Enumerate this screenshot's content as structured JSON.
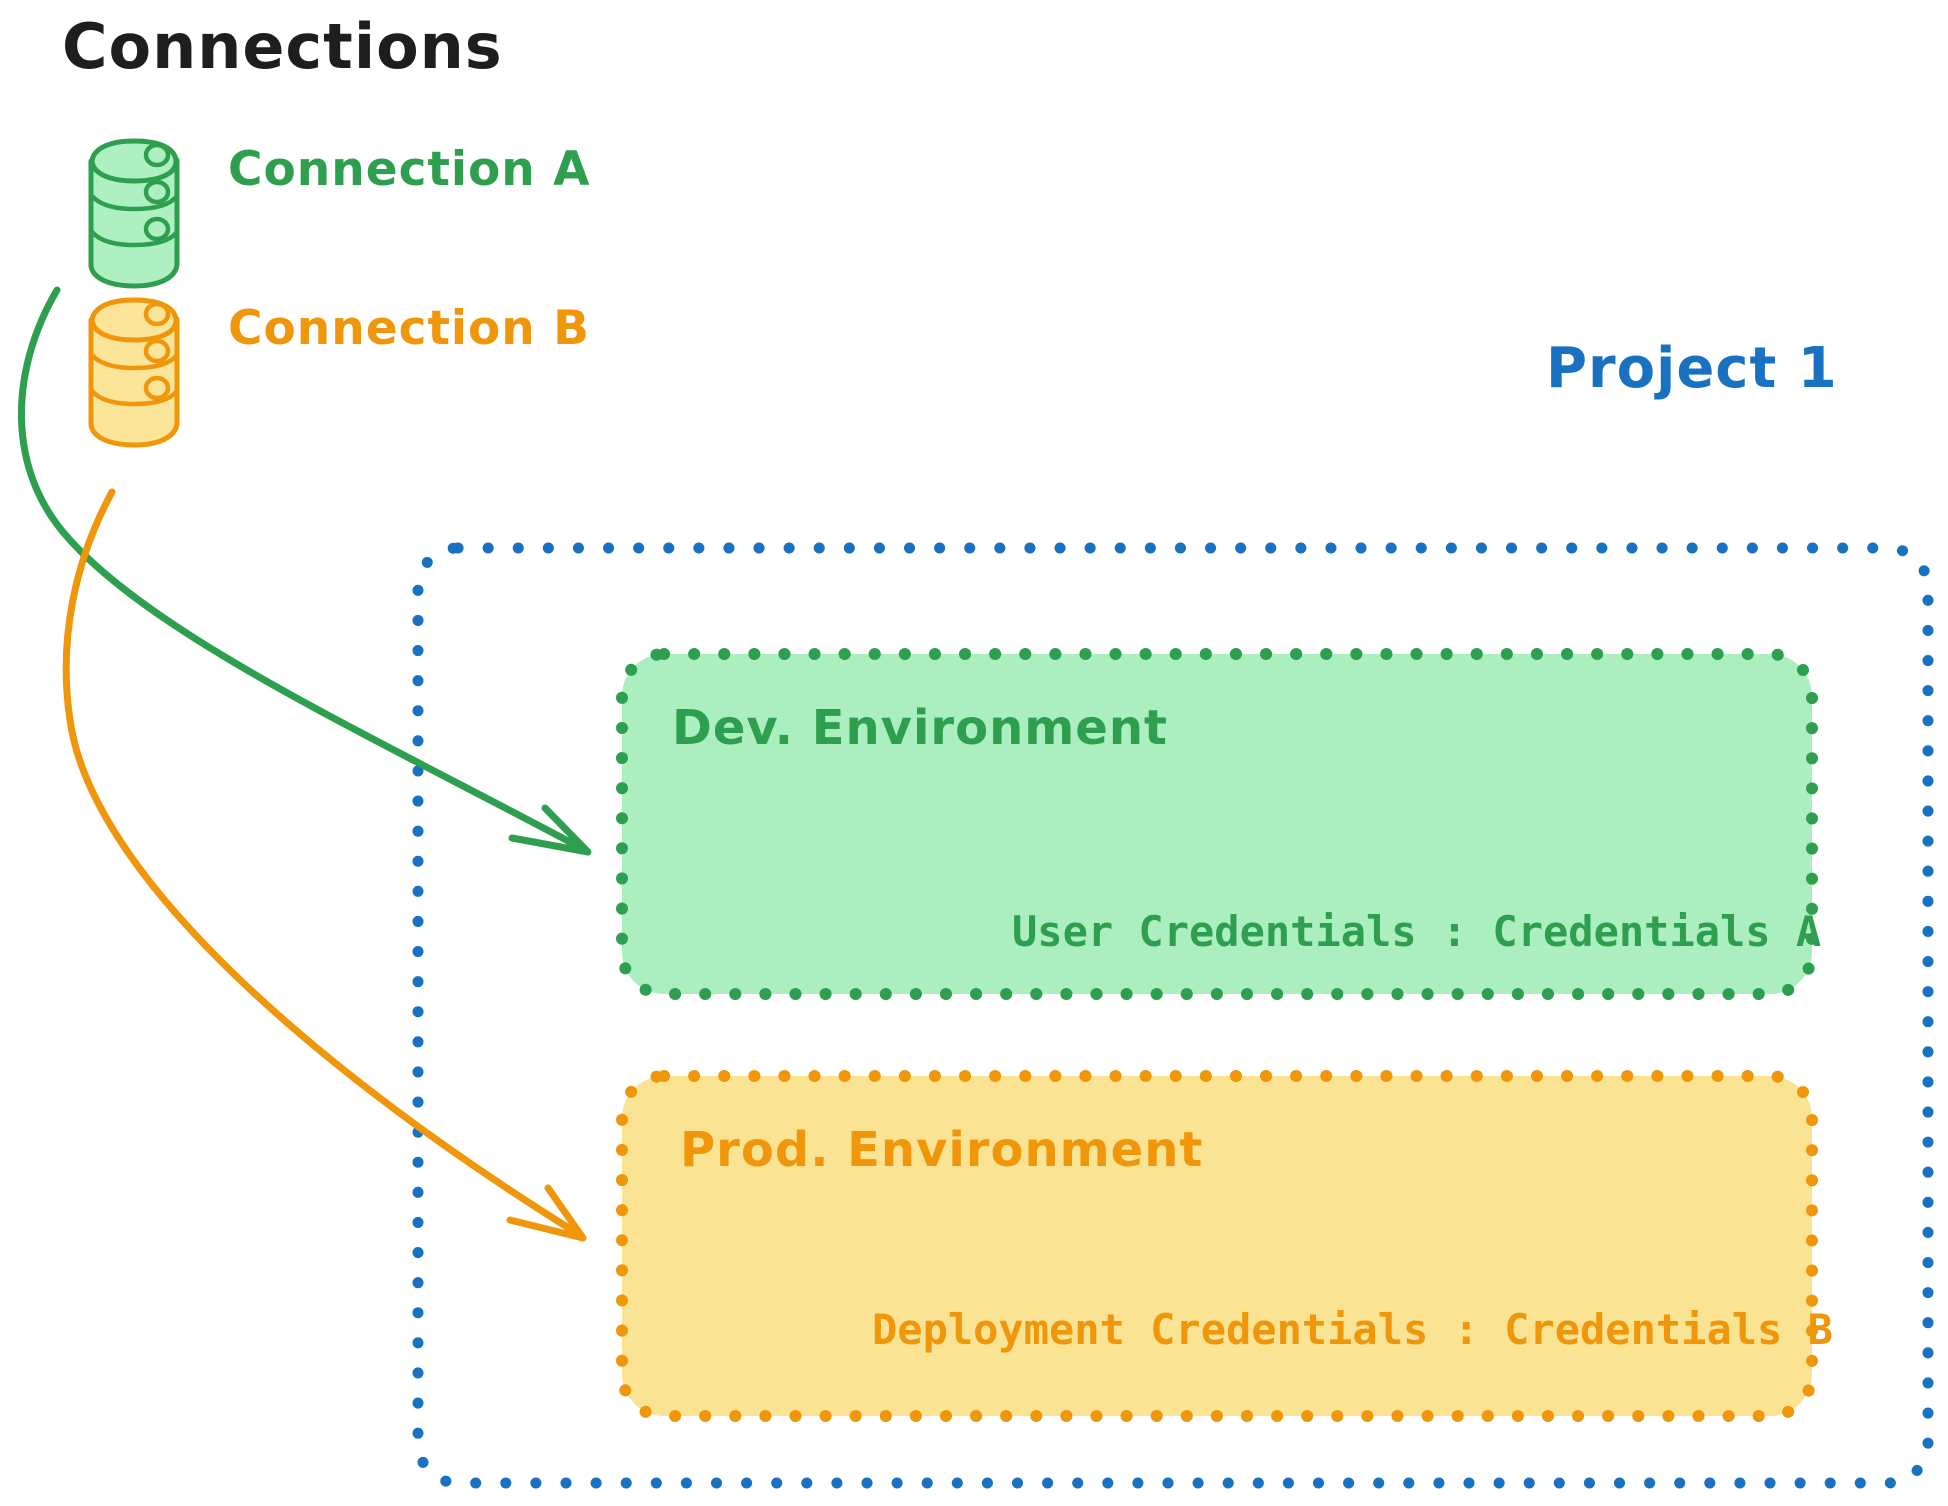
{
  "diagram": {
    "title": "Connections",
    "project_label": "Project 1",
    "connections": [
      {
        "id": "connection-a",
        "label": "Connection A",
        "icon": "database-icon",
        "color": "#2E9E4F"
      },
      {
        "id": "connection-b",
        "label": "Connection B",
        "icon": "database-icon",
        "color": "#F0960A"
      }
    ],
    "environments": [
      {
        "id": "dev-environment",
        "title": "Dev. Environment",
        "credential_label": "User Credentials",
        "credential_separator": ":",
        "credential_value": "Credentials A",
        "credential_line": "User Credentials : Credentials A",
        "fill": "#ABEFC0",
        "stroke": "#2E9E4F"
      },
      {
        "id": "prod-environment",
        "title": "Prod. Environment",
        "credential_label": "Deployment Credentials",
        "credential_separator": ":",
        "credential_value": "Credentials B",
        "credential_line": "Deployment Credentials : Credentials B",
        "fill": "#FAE493",
        "stroke": "#F0960A"
      }
    ],
    "arrows": [
      {
        "id": "arrow-connection-a-to-dev",
        "from": "connection-a",
        "to": "dev-environment",
        "color": "#2E9E4F"
      },
      {
        "id": "arrow-connection-b-to-prod",
        "from": "connection-b",
        "to": "prod-environment",
        "color": "#F0960A"
      }
    ],
    "colors": {
      "title_text": "#1E1E1E",
      "project_border": "#1971C2",
      "project_text": "#1971C2",
      "green_stroke": "#2E9E4F",
      "green_fill": "#ABEFC0",
      "orange_stroke": "#F0960A",
      "orange_fill": "#FAE493",
      "background": "#FFFFFF"
    }
  }
}
